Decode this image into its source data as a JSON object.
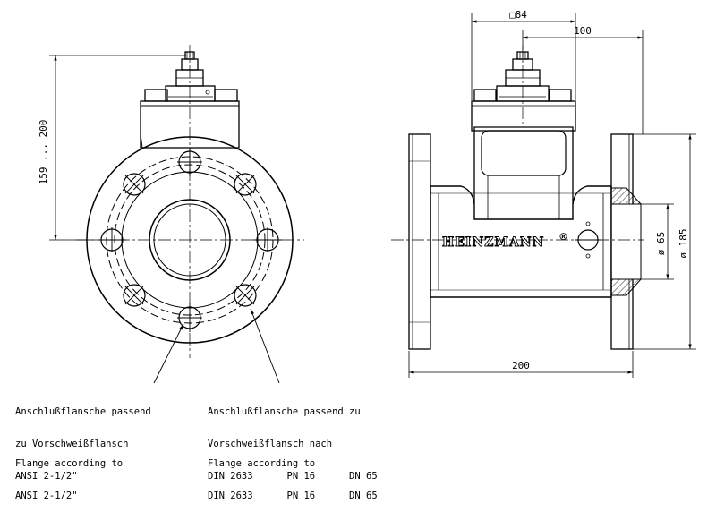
{
  "dimensions": {
    "height_range": "159 ... 200",
    "square": "□84",
    "offset_100": "100",
    "bore_dia": "ø 65",
    "flange_dia": "ø 185",
    "length": "200"
  },
  "brand": {
    "name": "HEINZMANN",
    "registered": "®"
  },
  "notes": {
    "left_de_1": "Anschlußflansche passend",
    "left_de_2": "zu Vorschweißflansch",
    "left_de_3": "ANSI 2-1/2\"",
    "left_en_1": "Flange according to",
    "left_en_2": "ANSI 2-1/2\"",
    "right_de_1": "Anschlußflansche passend zu",
    "right_de_2": "Vorschweißflansch nach",
    "right_de_3": "DIN 2633      PN 16      DN 65",
    "right_en_1": "Flange according to",
    "right_en_2": "DIN 2633      PN 16      DN 65"
  }
}
